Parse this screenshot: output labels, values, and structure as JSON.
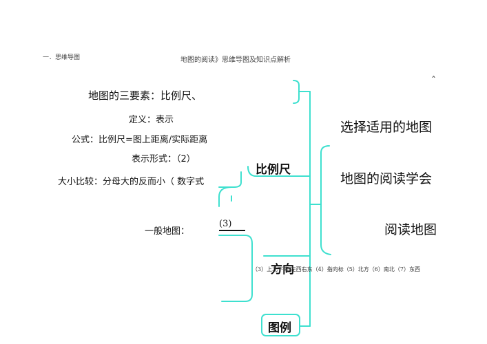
{
  "header": {
    "section": "一．思维导图",
    "title": "地图的阅读》思维导图及知识点解析"
  },
  "left": {
    "three_elements": "地图的三要素：比例尺、",
    "definition": "定义：表示",
    "formula": "公式：比例尺=图上距离/实际距离",
    "form": "表示形式：（2）",
    "compare": "大小比较：分母大的反而小（ 数字式",
    "general_map": "一般地图：",
    "blank3": "(3)"
  },
  "nodes": {
    "scale": "比例尺",
    "direction": "方向",
    "legend": "图例"
  },
  "right": {
    "choose": "选择适用的地图",
    "learn": "地图的阅读学会",
    "read": "阅读地图",
    "caret": "ˆ"
  },
  "footnote": "（3）上北下南 左西右东（4）指向标（5）北方（6）南北（7）东西",
  "colors": {
    "line": "#3ee0cf"
  }
}
